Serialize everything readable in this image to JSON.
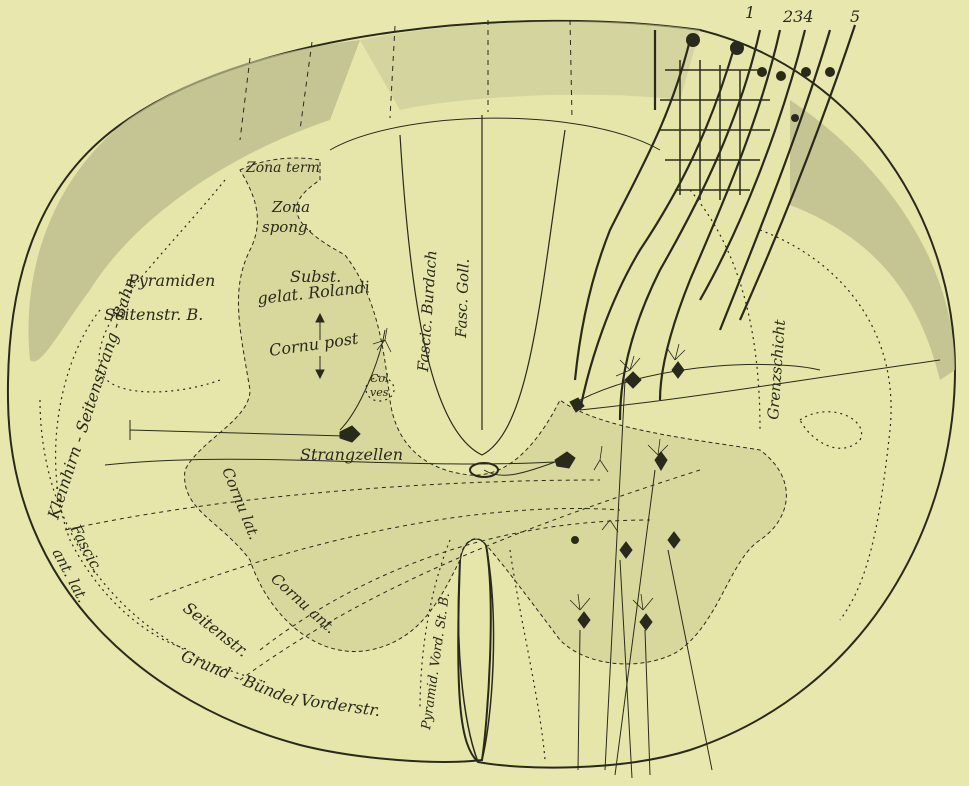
{
  "colors": {
    "background": "#e8e8ae",
    "white_matter": "#e6e6ab",
    "grey_matter": "#d8d89c",
    "outer_shading": "#b9b98c",
    "ink": "#2a2a1c"
  },
  "root_numbers": {
    "one": "1",
    "two_three_four": "234",
    "five": "5"
  },
  "labels": {
    "zona_term": "Zona term",
    "zona_spong_1": "Zona",
    "zona_spong_2": "spong.",
    "kleinhirn_bahn": "Kleinhirn - Seitenstrang - Bahn",
    "pyramiden": "Pyramiden",
    "seitenstr_b": "Seitenstr. B.",
    "subst": "Subst.",
    "gelat_rolandi": "gelat. Rolandi",
    "cornu_post": "Cornu post",
    "col": "Col",
    "ves": "ves",
    "fasc_burdach": "Fascic. Burdach",
    "fasc_goll": "Fasc. Goll.",
    "grenzschicht": "Grenzschicht",
    "strangzellen": "Strangzellen",
    "cornu_lat": "Cornu lat.",
    "cornu_ant": "Cornu ant.",
    "fascic": "Fascic.",
    "ant_lat": "ant. lat.",
    "seitenstr": "Seitenstr.",
    "grund_bundel": "Grund - Bündel",
    "vorderstr": "Vorderstr.",
    "pyramid_vord": "Pyramid. Vord. St. B."
  }
}
